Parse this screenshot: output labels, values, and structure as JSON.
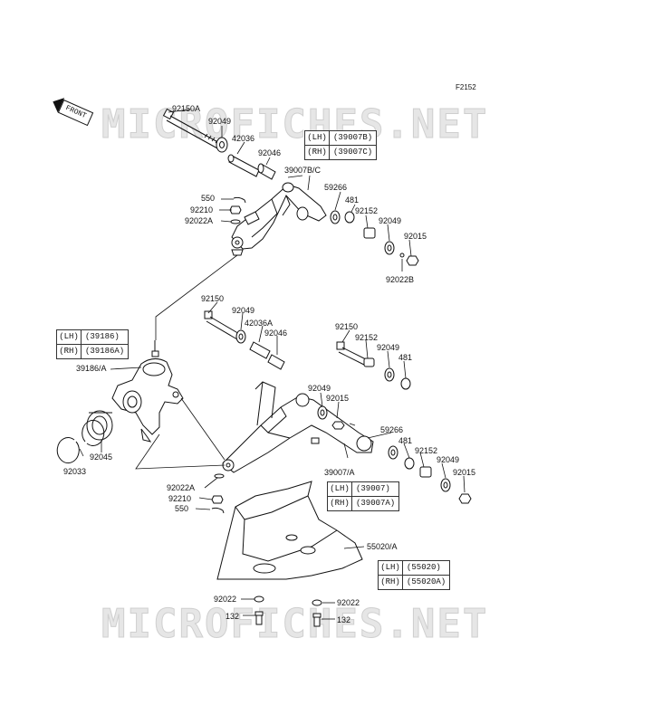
{
  "figure_code": "F2152",
  "direction_label": "FRONT",
  "watermark": "MICROFICHES.NET",
  "parts": {
    "p92150A": "92150A",
    "p92049_a": "92049",
    "p42036": "42036",
    "p92046_a": "92046",
    "p39007BC": "39007B/C",
    "p59266_a": "59266",
    "p481_a": "481",
    "p92152_a": "92152",
    "p92049_b": "92049",
    "p92015_a": "92015",
    "p92022B": "92022B",
    "p550_a": "550",
    "p92210_a": "92210",
    "p92022A_a": "92022A",
    "p92150_a": "92150",
    "p92049_c": "92049",
    "p42036A": "42036A",
    "p92046_b": "92046",
    "p92150_b": "92150",
    "p92152_b": "92152",
    "p92049_d": "92049",
    "p481_b": "481",
    "p39186A": "39186/A",
    "p92049_e": "92049",
    "p92015_b": "92015",
    "p59266_b": "59266",
    "p481_c": "481",
    "p92152_c": "92152",
    "p92049_f": "92049",
    "p92015_c": "92015",
    "p39007A": "39007/A",
    "p92045": "92045",
    "p92033": "92033",
    "p92022A_b": "92022A",
    "p92210_b": "92210",
    "p550_b": "550",
    "p55020A": "55020/A",
    "p92022_a": "92022",
    "p92022_b": "92022",
    "p132_a": "132",
    "p132_b": "132"
  },
  "tables": {
    "upper_arm": {
      "lh_label": "(LH)",
      "lh_code": "(39007B)",
      "rh_label": "(RH)",
      "rh_code": "(39007C)"
    },
    "knuckle": {
      "lh_label": "(LH)",
      "lh_code": "(39186)",
      "rh_label": "(RH)",
      "rh_code": "(39186A)"
    },
    "lower_arm": {
      "lh_label": "(LH)",
      "lh_code": "(39007)",
      "rh_label": "(RH)",
      "rh_code": "(39007A)"
    },
    "guard": {
      "lh_label": "(LH)",
      "lh_code": "(55020)",
      "rh_label": "(RH)",
      "rh_code": "(55020A)"
    }
  }
}
